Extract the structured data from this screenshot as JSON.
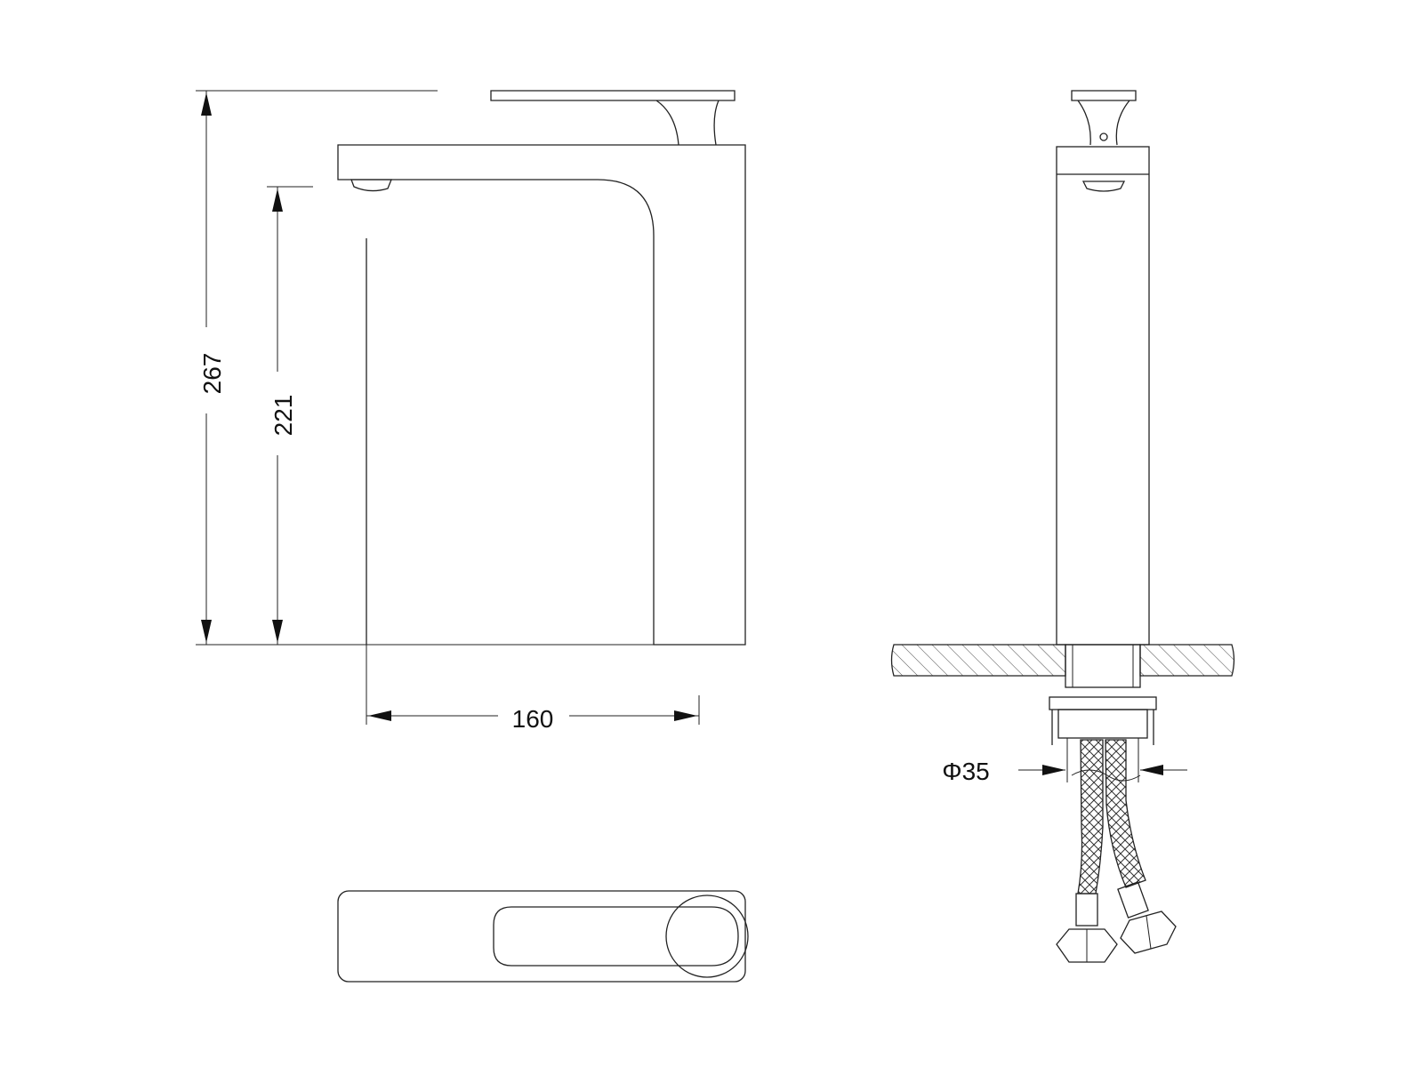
{
  "dimensions": {
    "total_height": "267",
    "spout_height": "221",
    "spout_reach": "160",
    "shank_diameter": "Φ35"
  },
  "colors": {
    "line": "#222222",
    "background": "#ffffff"
  }
}
